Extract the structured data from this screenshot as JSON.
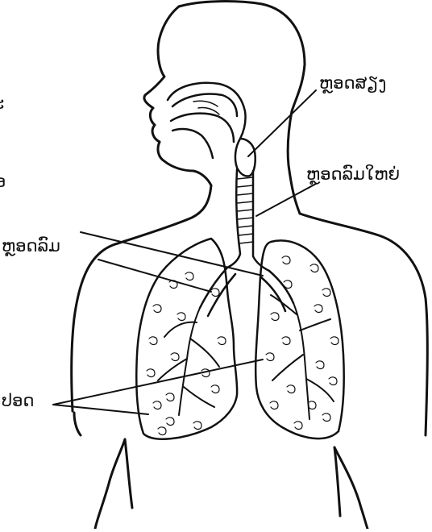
{
  "labels": {
    "larynx": "ຫຼອດສຽງ",
    "trachea": "ຫຼອດລົມໃຫຍ່",
    "bronchi": "ຫຼອດລົມ",
    "lungs": "ປອດ"
  },
  "cropped_text": {
    "left_fragment_1": "ະ",
    "left_fragment_2": "ອ"
  },
  "colors": {
    "line": "#111111",
    "background": "#ffffff"
  }
}
